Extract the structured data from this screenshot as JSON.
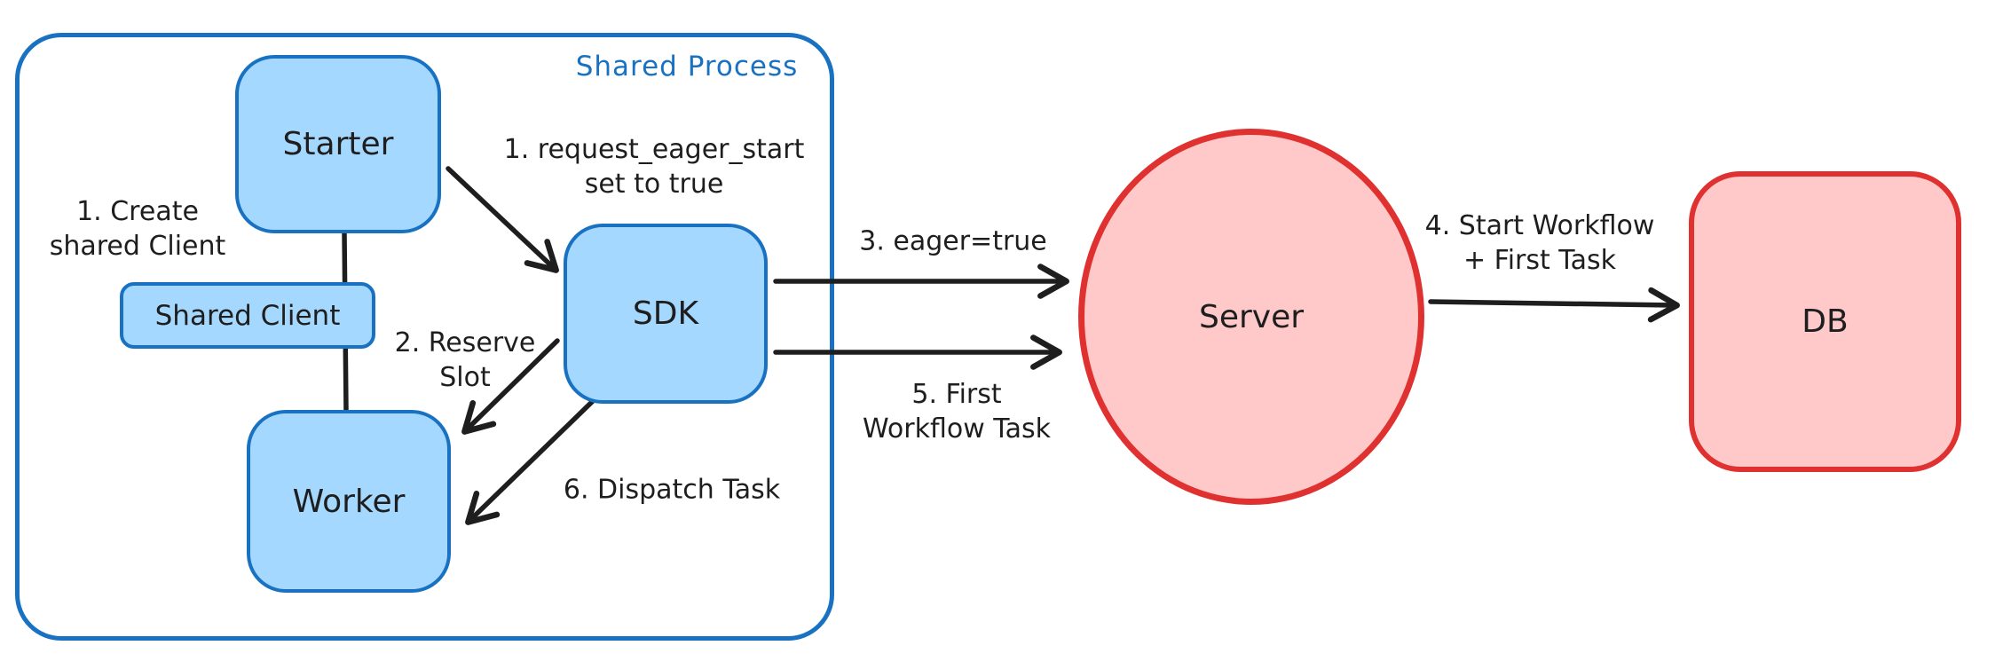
{
  "diagram": {
    "group_label": "Shared Process",
    "nodes": {
      "starter": {
        "label": "Starter"
      },
      "shared_client": {
        "label": "Shared Client"
      },
      "worker": {
        "label": "Worker"
      },
      "sdk": {
        "label": "SDK"
      },
      "server": {
        "label": "Server"
      },
      "db": {
        "label": "DB"
      }
    },
    "edges": {
      "create_shared_client": {
        "label": "1. Create\nshared Client"
      },
      "request_eager_start": {
        "label": "1. request_eager_start\nset to true"
      },
      "reserve_slot": {
        "label": "2. Reserve\nSlot"
      },
      "eager_true": {
        "label": "3. eager=true"
      },
      "start_workflow_first_task": {
        "label": "4. Start Workflow\n+ First Task"
      },
      "first_workflow_task": {
        "label": "5. First\nWorkflow Task"
      },
      "dispatch_task": {
        "label": "6. Dispatch Task"
      }
    },
    "colors": {
      "blue_stroke": "#1971c2",
      "blue_fill": "#a5d8ff",
      "red_stroke": "#e03131",
      "red_fill": "#ffc9c9",
      "ink": "#1e1e1e",
      "bg": "#ffffff"
    }
  }
}
